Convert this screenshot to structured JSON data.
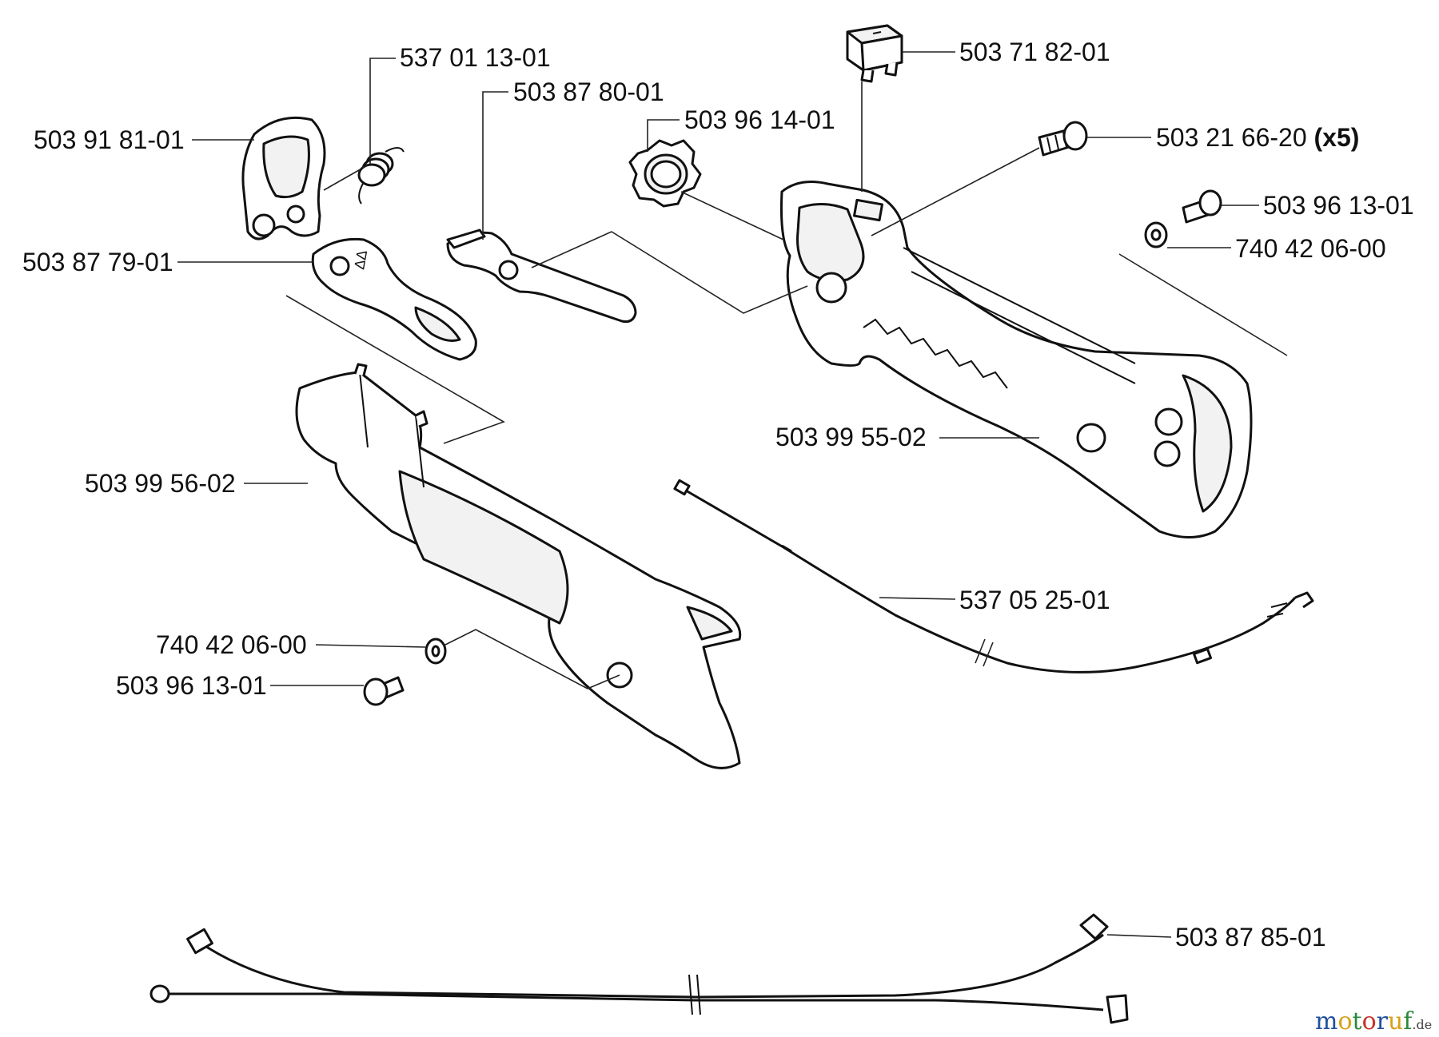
{
  "parts": [
    {
      "id": "p1",
      "number": "537 01 13-01"
    },
    {
      "id": "p2",
      "number": "503 87 80-01"
    },
    {
      "id": "p3",
      "number": "503 96 14-01"
    },
    {
      "id": "p4",
      "number": "503 71 82-01"
    },
    {
      "id": "p5",
      "number": "503 21 66-20",
      "qty": "(x5)"
    },
    {
      "id": "p6",
      "number": "503 91 81-01"
    },
    {
      "id": "p7",
      "number": "503 96 13-01"
    },
    {
      "id": "p8",
      "number": "740 42 06-00"
    },
    {
      "id": "p9",
      "number": "503 87 79-01"
    },
    {
      "id": "p10",
      "number": "503 99 55-02"
    },
    {
      "id": "p11",
      "number": "503 99 56-02"
    },
    {
      "id": "p12",
      "number": "537 05 25-01"
    },
    {
      "id": "p13",
      "number": "740 42 06-00"
    },
    {
      "id": "p14",
      "number": "503 96 13-01"
    },
    {
      "id": "p15",
      "number": "503 87 85-01"
    }
  ],
  "watermark": {
    "brand": "motoruf",
    "suffix": ".de",
    "colors": [
      "#1f4fa0",
      "#d6a21a",
      "#2a8a3a",
      "#c8322a",
      "#1f4fa0",
      "#d6a21a",
      "#2a8a3a"
    ]
  }
}
